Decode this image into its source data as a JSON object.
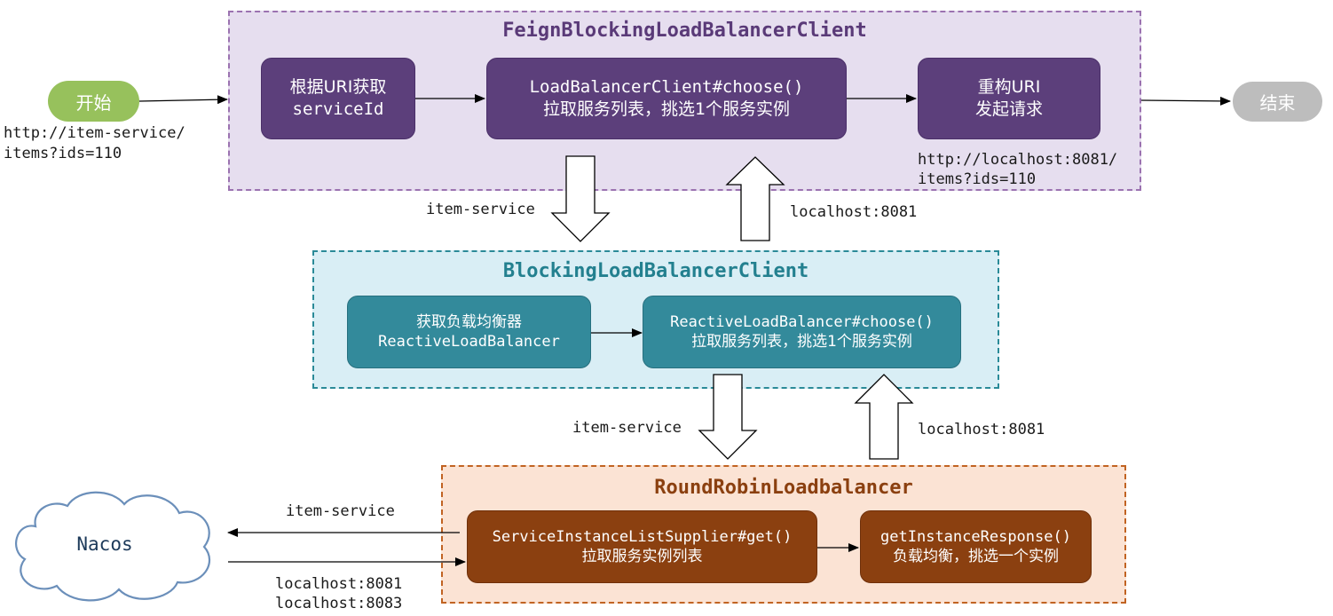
{
  "groups": {
    "feign": {
      "title": "FeignBlockingLoadBalancerClient",
      "color": "#9b72b0"
    },
    "blocking": {
      "title": "BlockingLoadBalancerClient",
      "color": "#2a8a98"
    },
    "round_robin": {
      "title": "RoundRobinLoadbalancer",
      "color": "#8b4010"
    }
  },
  "start": {
    "label": "开始",
    "color": "#97c15c"
  },
  "end": {
    "label": "结束",
    "color": "#bdbdbd"
  },
  "feign_boxes": {
    "get_service_id": {
      "line1": "根据URI获取",
      "line2": "serviceId"
    },
    "choose": {
      "line1": "LoadBalancerClient#choose()",
      "line2": "拉取服务列表，挑选1个服务实例"
    },
    "rebuild": {
      "line1": "重构URI",
      "line2": "发起请求"
    }
  },
  "blocking_boxes": {
    "get_lb": {
      "line1": "获取负载均衡器",
      "line2": "ReactiveLoadBalancer"
    },
    "reactive_choose": {
      "line1": "ReactiveLoadBalancer#choose()",
      "line2": "拉取服务列表，挑选1个服务实例"
    }
  },
  "round_boxes": {
    "supplier_get": {
      "line1": "ServiceInstanceListSupplier#get()",
      "line2": "拉取服务实例列表"
    },
    "get_instance": {
      "line1": "getInstanceResponse()",
      "line2": "负载均衡，挑选一个实例"
    }
  },
  "nacos": {
    "label": "Nacos"
  },
  "labels": {
    "start_url_1": "http://item-service/",
    "start_url_2": "items?ids=110",
    "end_url_1": "http://localhost:8081/",
    "end_url_2": "items?ids=110",
    "down1": "item-service",
    "up1": "localhost:8081",
    "down2": "item-service",
    "up2": "localhost:8081",
    "to_nacos": "item-service",
    "from_nacos_1": "localhost:8081",
    "from_nacos_2": "localhost:8083"
  }
}
